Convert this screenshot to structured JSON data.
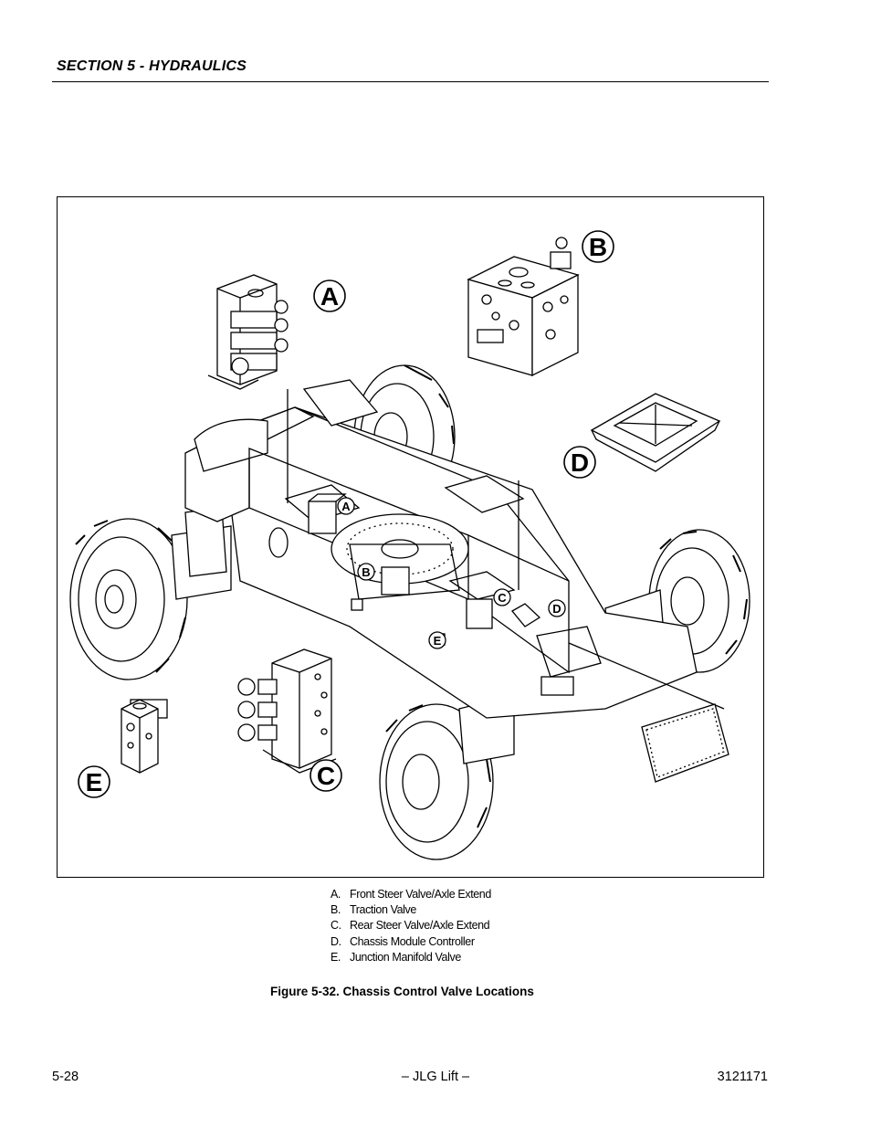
{
  "header": {
    "section_title": "SECTION 5 - HYDRAULICS"
  },
  "figure": {
    "callouts": {
      "a": "A",
      "b": "B",
      "c": "C",
      "d": "D",
      "e": "E"
    },
    "legend": [
      {
        "key": "A.",
        "label": "Front Steer Valve/Axle Extend"
      },
      {
        "key": "B.",
        "label": "Traction Valve"
      },
      {
        "key": "C.",
        "label": "Rear Steer Valve/Axle Extend"
      },
      {
        "key": "D.",
        "label": "Chassis Module Controller"
      },
      {
        "key": "E.",
        "label": "Junction Manifold Valve"
      }
    ],
    "caption": "Figure 5-32.  Chassis Control Valve Locations"
  },
  "footer": {
    "page_number": "5-28",
    "center": "– JLG Lift –",
    "doc_number": "3121171"
  }
}
